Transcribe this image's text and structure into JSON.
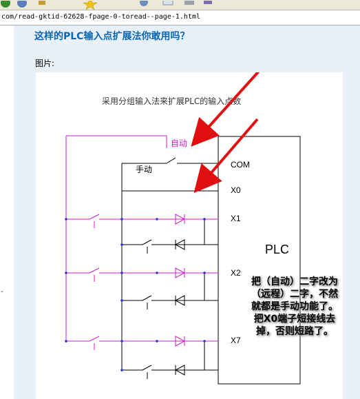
{
  "browser": {
    "url": "com/read-gktid-62628-fpage-0-toread--page-1.html",
    "toolbar_icons": [
      "back-icon",
      "forward-icon",
      "favorites-star-icon",
      "history-icon",
      "mail-icon",
      "print-icon"
    ]
  },
  "post": {
    "title": "这样的PLC输入点扩展法你敢用吗？",
    "image_label": "图片:"
  },
  "diagram": {
    "caption": "采用分组输入法来扩展PLC的输入点数",
    "label_auto": "自动",
    "label_manual": "手动",
    "plc_label": "PLC",
    "terminals": [
      "COM",
      "X0",
      "X1",
      "X2",
      "X7"
    ],
    "colors": {
      "magenta": "#d01ad0",
      "arrow_red": "#e01010",
      "blue_dot": "#3030d0"
    },
    "annotation": "把（自动）二字改为（远程）二字，不然就都是手动功能了。把X0端子短接线去掉，否则短路了。"
  }
}
